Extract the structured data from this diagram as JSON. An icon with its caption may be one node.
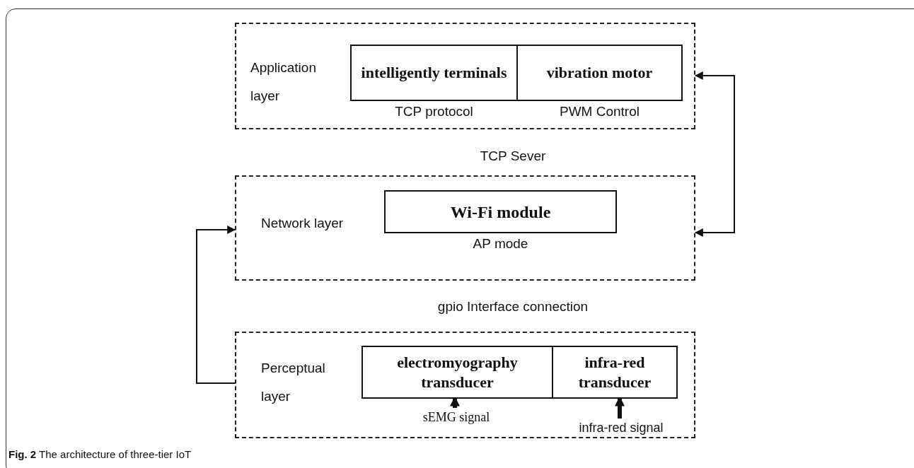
{
  "diagram": {
    "caption": "**Fig. 2** The architecture of three-tier IoT",
    "nodes": [
      {
        "text": [
          "Application layer"
        ]
      },
      {
        "text": [
          "intelligently terminals"
        ],
        "in": 0,
        "beside": [
          "TCP protocol"
        ]
      },
      {
        "text": [
          "vibration motor"
        ],
        "in": 0,
        "beside": [
          "PWM Control"
        ]
      },
      {
        "text": [
          "Network layer"
        ]
      },
      {
        "text": [
          "Wi-Fi module"
        ],
        "in": 3,
        "beside": [
          "AP mode"
        ]
      },
      {
        "text": [
          "Perceptual layer"
        ]
      },
      {
        "text": [
          "electromyography transducer"
        ],
        "in": 5
      },
      {
        "text": [
          "infra-red transducer"
        ],
        "in": 5
      },
      {
        "text": [
          "sEMG signal"
        ],
        "in": 5
      },
      {
        "text": [
          "infra-red signal"
        ],
        "in": 5
      }
    ],
    "edges": [
      {
        "from": 5,
        "to": 3,
        "arrow": "to"
      },
      {
        "from": 0,
        "to": 3,
        "arrow": "both"
      },
      {
        "from": 8,
        "to": 6,
        "arrow": "to",
        "style": "thick"
      },
      {
        "from": 9,
        "to": 7,
        "arrow": "to",
        "style": "thick"
      }
    ],
    "labels": [
      "TCP Sever",
      "gpio Interface connection"
    ]
  }
}
